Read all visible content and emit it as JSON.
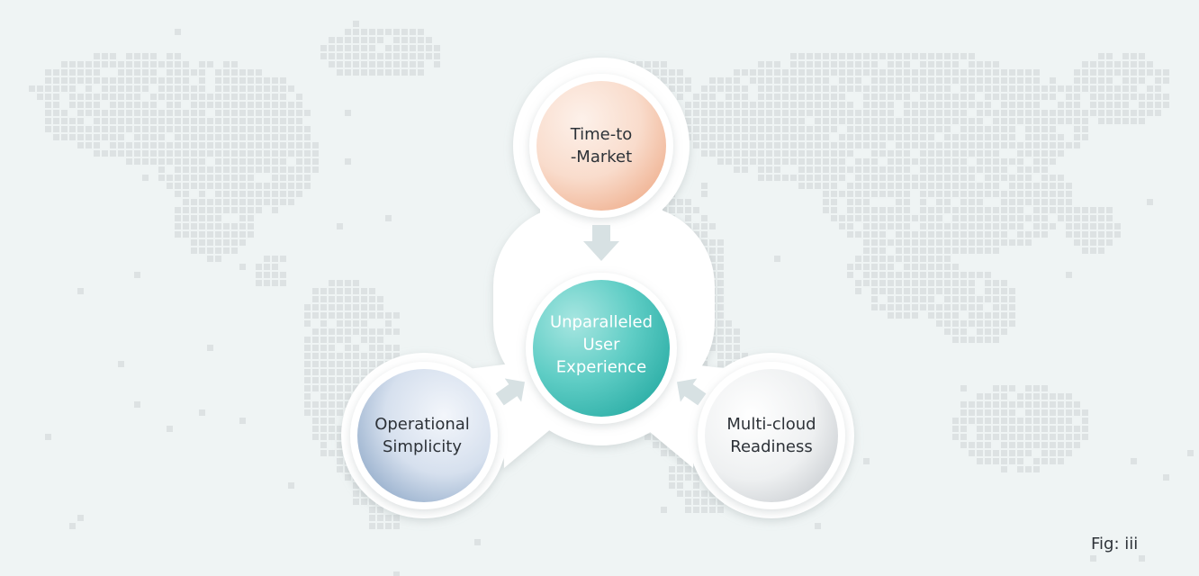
{
  "diagram": {
    "top": {
      "line1": "Time-to",
      "line2": "-Market"
    },
    "center": {
      "line1": "Unparalleled",
      "line2": "User",
      "line3": "Experience"
    },
    "left": {
      "line1": "Operational",
      "line2": "Simplicity"
    },
    "right": {
      "line1": "Multi-cloud",
      "line2": "Readiness"
    }
  },
  "caption": "Fig: iii",
  "colors": {
    "background": "#eff4f4",
    "map_dots": "#dde2e3",
    "top_node": "#f4c7ae",
    "center_node": "#4fc7c0",
    "left_node": "#9db4d0",
    "right_node": "#d9dcde",
    "arrow": "#d7e1e3"
  }
}
